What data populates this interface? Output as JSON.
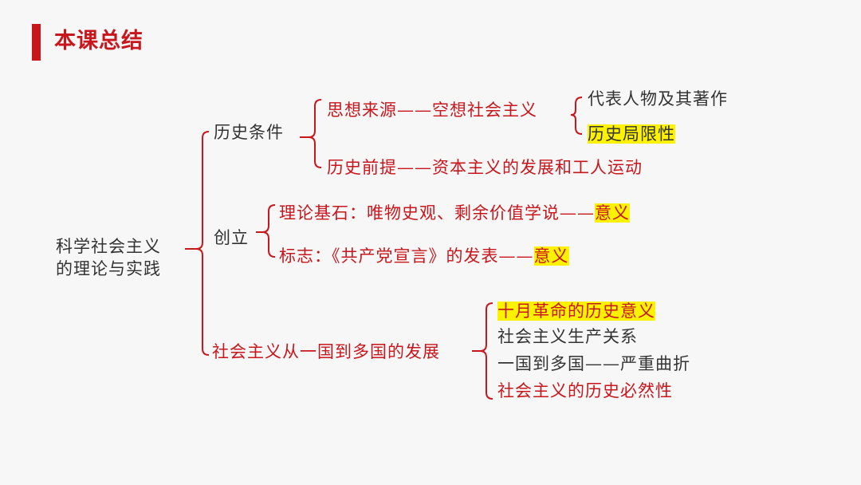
{
  "title": "本课总结",
  "root": {
    "line1": "科学社会主义",
    "line2": "的理论与实践"
  },
  "branch1": {
    "label": "历史条件",
    "item1": {
      "label": "思想来源——空想社会主义",
      "sub1": "代表人物及其著作",
      "sub2": "历史局限性"
    },
    "item2": {
      "label": "历史前提——资本主义的发展和工人运动"
    }
  },
  "branch2": {
    "label": "创立",
    "item1": {
      "label": "理论基石：唯物史观、剩余价值学说——",
      "tag": "意义"
    },
    "item2": {
      "label": "标志：《共产党宣言》的发表——",
      "tag": "意义"
    }
  },
  "branch3": {
    "label": "社会主义从一国到多国的发展",
    "items": [
      "十月革命的历史意义",
      "社会主义生产关系",
      "一国到多国——严重曲折",
      "社会主义的历史必然性"
    ]
  },
  "colors": {
    "accent": "#c8161d",
    "text": "#333333",
    "highlight": "#fff200"
  }
}
